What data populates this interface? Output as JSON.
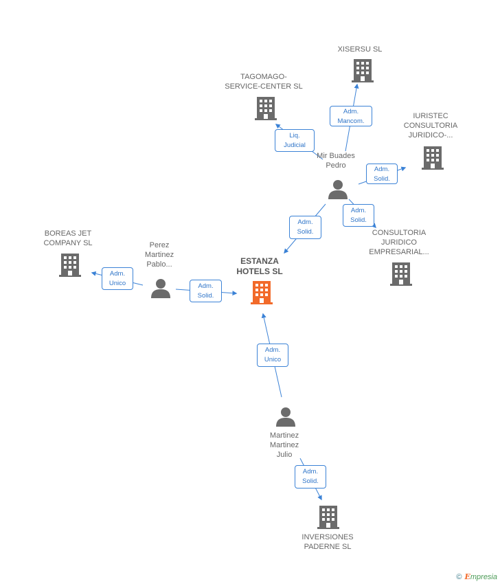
{
  "colors": {
    "edge": "#3b82d6",
    "building": "#6b6b6b",
    "building_center": "#f26a2a",
    "person": "#6b6b6b"
  },
  "nodes": {
    "center": {
      "lines": [
        "ESTANZA",
        "HOTELS SL"
      ]
    },
    "xisersu": {
      "lines": [
        "XISERSU SL"
      ]
    },
    "tagomago": {
      "lines": [
        "TAGOMAGO-",
        "SERVICE-CENTER SL"
      ]
    },
    "iuristec": {
      "lines": [
        "IURISTEC",
        "CONSULTORIA",
        "JURIDICO-..."
      ]
    },
    "consultoria": {
      "lines": [
        "CONSULTORIA",
        "JURIDICO",
        "EMPRESARIAL..."
      ]
    },
    "boreas": {
      "lines": [
        "BOREAS JET",
        "COMPANY SL"
      ]
    },
    "inversiones": {
      "lines": [
        "INVERSIONES",
        "PADERNE SL"
      ]
    },
    "mir": {
      "lines": [
        "Mir Buades",
        "Pedro"
      ]
    },
    "perez": {
      "lines": [
        "Perez",
        "Martinez",
        "Pablo..."
      ]
    },
    "martinez": {
      "lines": [
        "Martinez",
        "Martinez",
        "Julio"
      ]
    }
  },
  "edges": {
    "mir_xisersu": [
      "Adm.",
      "Mancom."
    ],
    "mir_tagomago": [
      "Liq.",
      "Judicial"
    ],
    "mir_iuristec": [
      "Adm.",
      "Solid."
    ],
    "mir_consultoria": [
      "Adm.",
      "Solid."
    ],
    "mir_center": [
      "Adm.",
      "Solid."
    ],
    "perez_boreas": [
      "Adm.",
      "Unico"
    ],
    "perez_center": [
      "Adm.",
      "Solid."
    ],
    "martinez_center": [
      "Adm.",
      "Unico"
    ],
    "martinez_inversiones": [
      "Adm.",
      "Solid."
    ]
  },
  "brand": {
    "copyright": "©",
    "e": "E",
    "rest": "mpresia"
  }
}
